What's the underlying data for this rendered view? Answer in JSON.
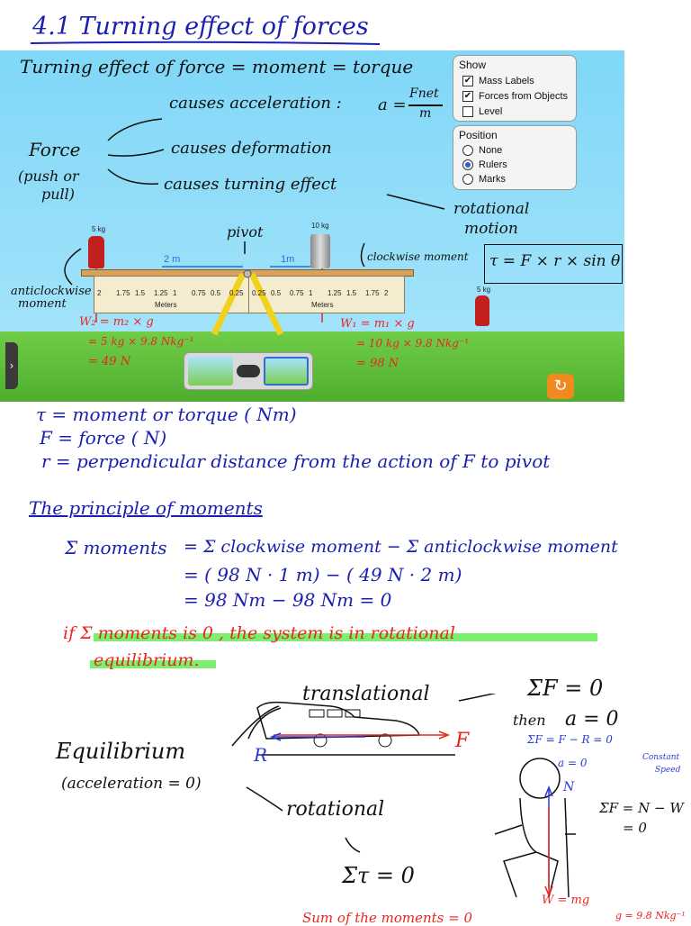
{
  "title": "4.1  Turning effect of forces",
  "sim": {
    "definition": "Turning effect of force = moment = torque",
    "causes_accel": "causes acceleration :",
    "formula_a": "a =",
    "fnet": "Fnet",
    "m": "m",
    "force": "Force",
    "push_pull": "(push or",
    "pull": "pull)",
    "causes_deformation": "causes deformation",
    "causes_turning": "causes turning effect",
    "rotational": "rotational",
    "motion": "motion",
    "pivot": "pivot",
    "clockwise_moment": "clockwise moment",
    "anticlockwise": "anticlockwise",
    "moment": "moment",
    "torque_formula": "τ = F × r × sin θ",
    "mass_left": "5 kg",
    "mass_right": "10 kg",
    "mass_ground": "5 kg",
    "dist_left": "2 m",
    "dist_right": "1m",
    "meters_left": "Meters",
    "meters_right": "Meters",
    "ticks_left": [
      "2",
      "1.75",
      "1.5",
      "1.25",
      "1",
      "0.75",
      "0.5",
      "0.25"
    ],
    "ticks_right": [
      "0.25",
      "0.5",
      "0.75",
      "1",
      "1.25",
      "1.5",
      "1.75",
      "2"
    ],
    "w2_line1": "W₂ = m₂ × g",
    "w2_line2": "= 5 kg × 9.8 Nkg⁻¹",
    "w2_line3": "= 49 N",
    "w1_line1": "W₁ = m₁ × g",
    "w1_line2": "= 10 kg × 9.8 Nkg⁻¹",
    "w1_line3": "= 98 N",
    "show_panel": {
      "title": "Show",
      "items": [
        {
          "label": "Mass Labels",
          "checked": true
        },
        {
          "label": "Forces from Objects",
          "checked": true
        },
        {
          "label": "Level",
          "checked": false
        }
      ]
    },
    "position_panel": {
      "title": "Position",
      "items": [
        {
          "label": "None",
          "selected": false
        },
        {
          "label": "Rulers",
          "selected": true
        },
        {
          "label": "Marks",
          "selected": false
        }
      ]
    },
    "sidetab_glyph": "›",
    "reset_glyph": "↻"
  },
  "defs": {
    "tau": "τ = moment or torque ( Nm)",
    "f": "F = force ( N)",
    "r": "r = perpendicular distance from the action of F to pivot"
  },
  "principle": {
    "heading": "The principle of moments",
    "line1_lhs": "Σ moments",
    "line1": "= Σ clockwise moment − Σ anticlockwise moment",
    "line2": "= ( 98 N · 1 m) − ( 49 N · 2 m)",
    "line3": "= 98 Nm − 98 Nm = 0",
    "red_line1": "if Σ moments is 0 , the system is in rotational",
    "red_line2": "equilibrium."
  },
  "equilibrium": {
    "label": "Equilibrium",
    "sub": "(acceleration = 0)",
    "translational": "translational",
    "sum_f": "ΣF = 0",
    "then": "then",
    "a0": "a = 0",
    "r": "R",
    "f": "F",
    "blue1": "ΣF = F − R = 0",
    "blue2": "a = 0",
    "constant": "Constant",
    "speed": "Speed",
    "rotational": "rotational",
    "sum_tau": "Στ = 0",
    "n": "N",
    "sfn": "ΣF = N − W",
    "sfn2": "= 0",
    "w": "W = mg",
    "g": "g = 9.8 Nkg⁻¹",
    "sum_moments": "Sum of the moments = 0"
  }
}
